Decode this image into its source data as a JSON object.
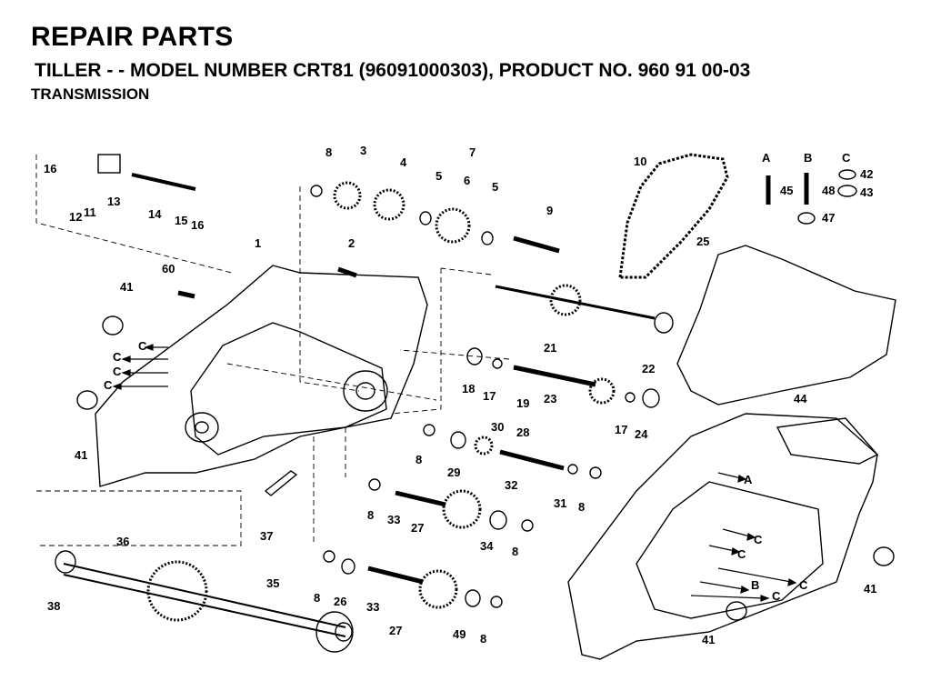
{
  "header": {
    "title": "REPAIR PARTS",
    "subtitle": "TILLER - - MODEL NUMBER CRT81 (96091000303), PRODUCT NO. 960 91 00-03",
    "section": "TRANSMISSION"
  },
  "hardware_legend": {
    "columns": [
      "A",
      "B",
      "C"
    ]
  },
  "callouts": [
    "16",
    "13",
    "11",
    "12",
    "14",
    "15",
    "16",
    "8",
    "3",
    "4",
    "7",
    "5",
    "6",
    "5",
    "9",
    "10",
    "A",
    "B",
    "C",
    "45",
    "48",
    "42",
    "43",
    "47",
    "1",
    "2",
    "60",
    "41",
    "25",
    "21",
    "22",
    "18",
    "17",
    "19",
    "23",
    "17",
    "24",
    "44",
    "C",
    "C",
    "C",
    "C",
    "30",
    "28",
    "8",
    "29",
    "32",
    "31",
    "8",
    "41",
    "37",
    "8",
    "33",
    "27",
    "34",
    "8",
    "A",
    "C",
    "C",
    "C",
    "B",
    "C",
    "41",
    "36",
    "35",
    "8",
    "26",
    "33",
    "27",
    "49",
    "8",
    "38",
    "41"
  ]
}
